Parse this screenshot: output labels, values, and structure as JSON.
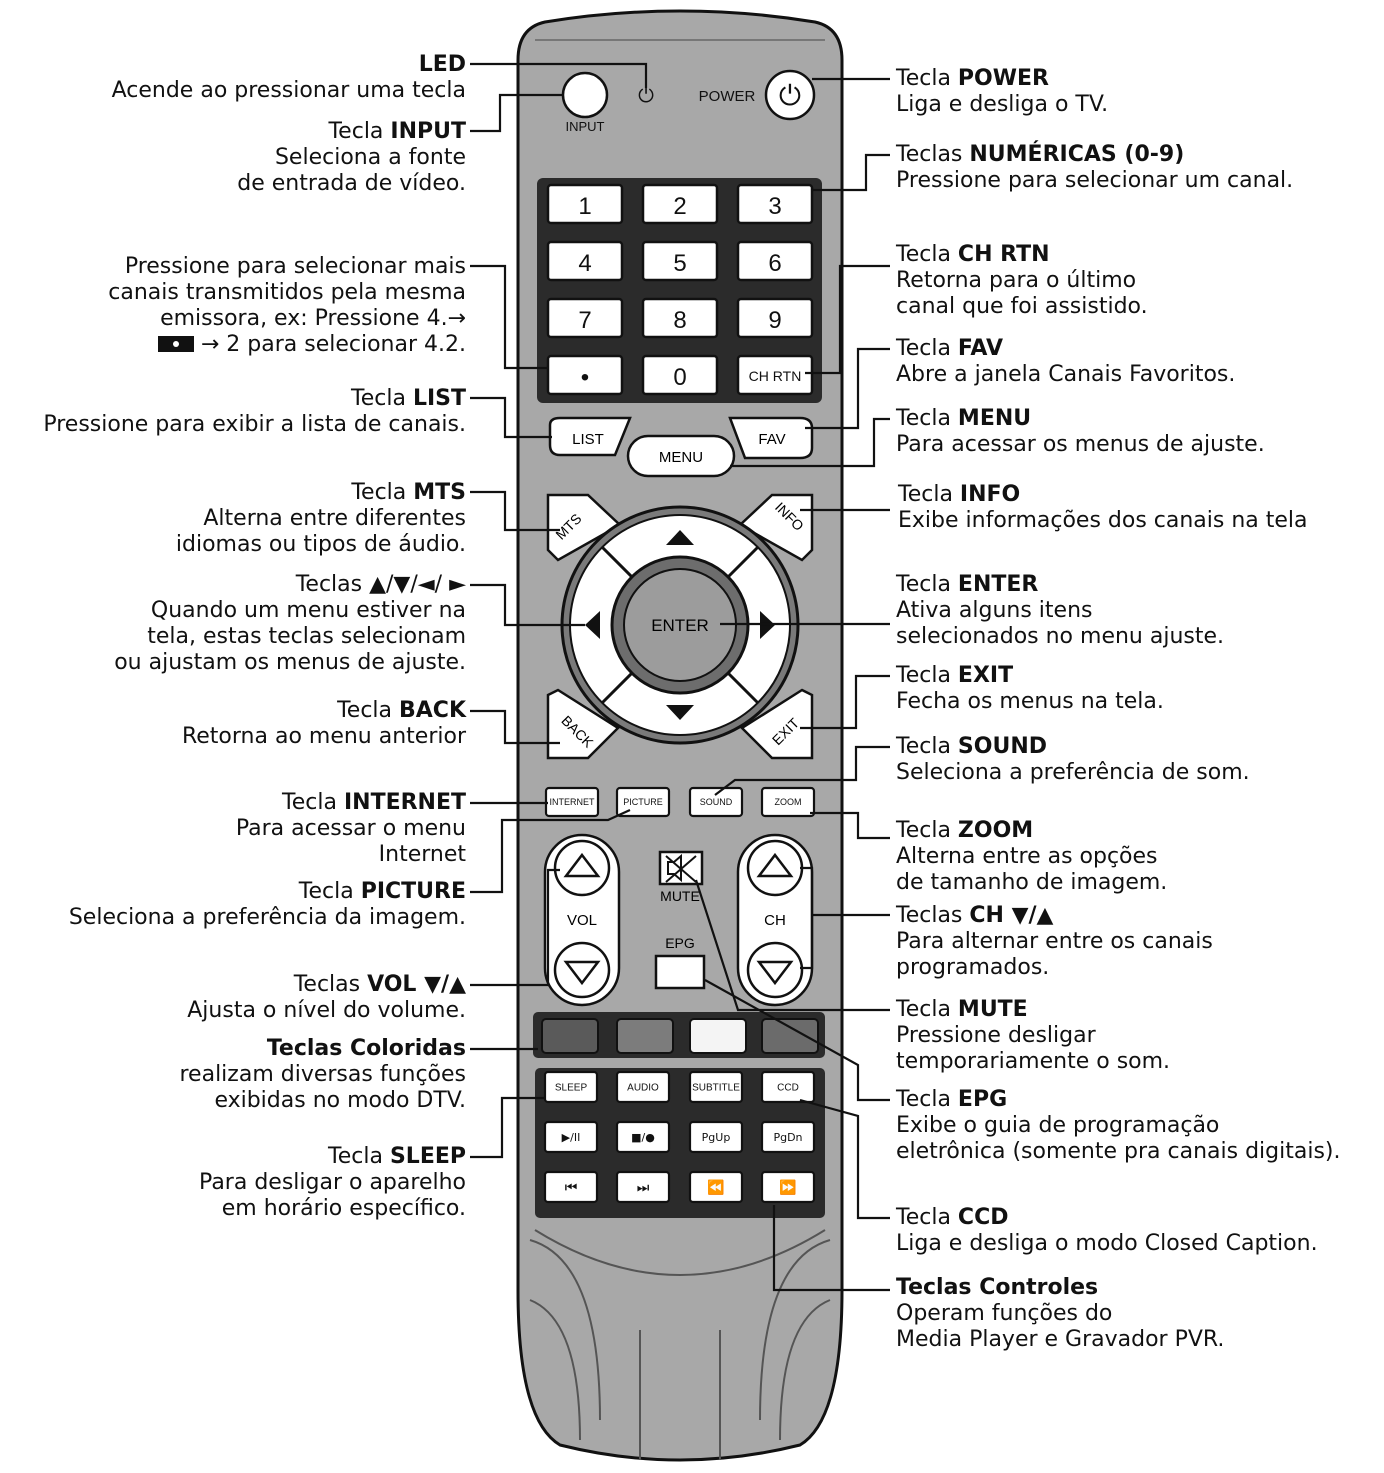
{
  "remote": {
    "led_symbol": "⏻",
    "power_label": "POWER",
    "power_symbol": "⏻",
    "input_label": "INPUT",
    "keys": [
      "1",
      "2",
      "3",
      "4",
      "5",
      "6",
      "7",
      "8",
      "9",
      "•",
      "0",
      "CH RTN"
    ],
    "list_label": "LIST",
    "fav_label": "FAV",
    "menu_label": "MENU",
    "mts_label": "MTS",
    "info_label": "INFO",
    "enter_label": "ENTER",
    "back_label": "BACK",
    "exit_label": "EXIT",
    "func_keys": [
      "INTERNET",
      "PICTURE",
      "SOUND",
      "ZOOM"
    ],
    "vol_label": "VOL",
    "ch_label": "CH",
    "mute_label": "MUTE",
    "epg_label": "EPG",
    "util_keys": [
      "SLEEP",
      "AUDIO",
      "SUBTITLE",
      "CCD"
    ],
    "media_row1": [
      "▶/II",
      "■/●",
      "PgUp",
      "PgDn"
    ],
    "media_row2": [
      "⏮",
      "⏭",
      "⏪",
      "⏩"
    ],
    "colors": {
      "red": "#5a5a5a",
      "green": "#7c7c7c",
      "yellow": "#f4f4f4",
      "blue": "#6b6b6b",
      "body": "#a8a8a8",
      "bodyDark": "#8a8a8a"
    }
  },
  "labels_left": {
    "led": {
      "title": "LED",
      "line1": "Acende ao pressionar uma tecla"
    },
    "input": {
      "prefix": "Tecla ",
      "bold": "INPUT",
      "line1": "Seleciona a fonte",
      "line2": "de entrada de vídeo."
    },
    "dot": {
      "line1": "Pressione para selecionar mais",
      "line2": "canais transmitidos pela mesma",
      "line3": "emissora, ex: Pressione 4.→",
      "line4": "→ 2 para selecionar 4.2."
    },
    "list": {
      "prefix": "Tecla ",
      "bold": "LIST",
      "line1": "Pressione para exibir a lista de canais."
    },
    "mts": {
      "prefix": "Tecla ",
      "bold": "MTS",
      "line1": "Alterna entre diferentes",
      "line2": "idiomas ou tipos de áudio."
    },
    "arrows": {
      "title": "Teclas ▲/▼/◄/ ►",
      "line1": "Quando um menu estiver na",
      "line2": "tela, estas teclas selecionam",
      "line3": "ou ajustam os menus de ajuste."
    },
    "back": {
      "prefix": "Tecla ",
      "bold": "BACK",
      "line1": "Retorna ao menu anterior"
    },
    "internet": {
      "prefix": "Tecla ",
      "bold": "INTERNET",
      "line1": "Para acessar o menu",
      "line2": "Internet"
    },
    "picture": {
      "prefix": "Tecla ",
      "bold": "PICTURE",
      "line1": "Seleciona a preferência da imagem."
    },
    "vol": {
      "prefix": "Teclas ",
      "bold": "VOL ▼/▲",
      "line1": "Ajusta o nível do volume."
    },
    "colored": {
      "bold": "Teclas Coloridas",
      "line1": "realizam diversas funções",
      "line2": "exibidas no modo DTV."
    },
    "sleep": {
      "prefix": "Tecla ",
      "bold": "SLEEP",
      "line1": "Para desligar o aparelho",
      "line2": "em horário específico."
    }
  },
  "labels_right": {
    "power": {
      "prefix": "Tecla ",
      "bold": "POWER",
      "line1": "Liga e desliga o TV."
    },
    "numeric": {
      "prefix": "Teclas ",
      "bold": "NUMÉRICAS (0-9)",
      "line1": "Pressione para selecionar um canal."
    },
    "chrtn": {
      "prefix": "Tecla ",
      "bold": "CH RTN",
      "line1": "Retorna para o último",
      "line2": "canal que foi assistido."
    },
    "fav": {
      "prefix": "Tecla ",
      "bold": "FAV",
      "line1": "Abre a janela Canais Favoritos."
    },
    "menu": {
      "prefix": "Tecla ",
      "bold": "MENU",
      "line1": "Para acessar os menus de ajuste."
    },
    "info": {
      "prefix": "Tecla ",
      "bold": "INFO",
      "line1": "Exibe informações dos canais na tela"
    },
    "enter": {
      "prefix": "Tecla ",
      "bold": "ENTER",
      "line1": "Ativa alguns itens",
      "line2": "selecionados no menu ajuste."
    },
    "exit": {
      "prefix": "Tecla ",
      "bold": "EXIT",
      "line1": "Fecha os menus na tela."
    },
    "sound": {
      "prefix": "Tecla ",
      "bold": "SOUND",
      "line1": "Seleciona a preferência de som."
    },
    "zoom": {
      "prefix": "Tecla ",
      "bold": "ZOOM",
      "line1": "Alterna entre as opções",
      "line2": "de tamanho de imagem."
    },
    "ch": {
      "prefix": "Teclas ",
      "bold": "CH ▼/▲",
      "line1": "Para alternar entre os canais",
      "line2": "programados."
    },
    "mute": {
      "prefix": "Tecla ",
      "bold": "MUTE",
      "line1": "Pressione desligar",
      "line2": "temporariamente o som."
    },
    "epg": {
      "prefix": "Tecla ",
      "bold": "EPG",
      "line1": "Exibe o guia de programação",
      "line2": "eletrônica (somente pra canais digitais)."
    },
    "ccd": {
      "prefix": "Tecla ",
      "bold": "CCD",
      "line1": "Liga e desliga o modo Closed Caption."
    },
    "controls": {
      "bold": "Teclas Controles",
      "line1": "Operam funções do",
      "line2": "Media Player e Gravador PVR."
    }
  }
}
